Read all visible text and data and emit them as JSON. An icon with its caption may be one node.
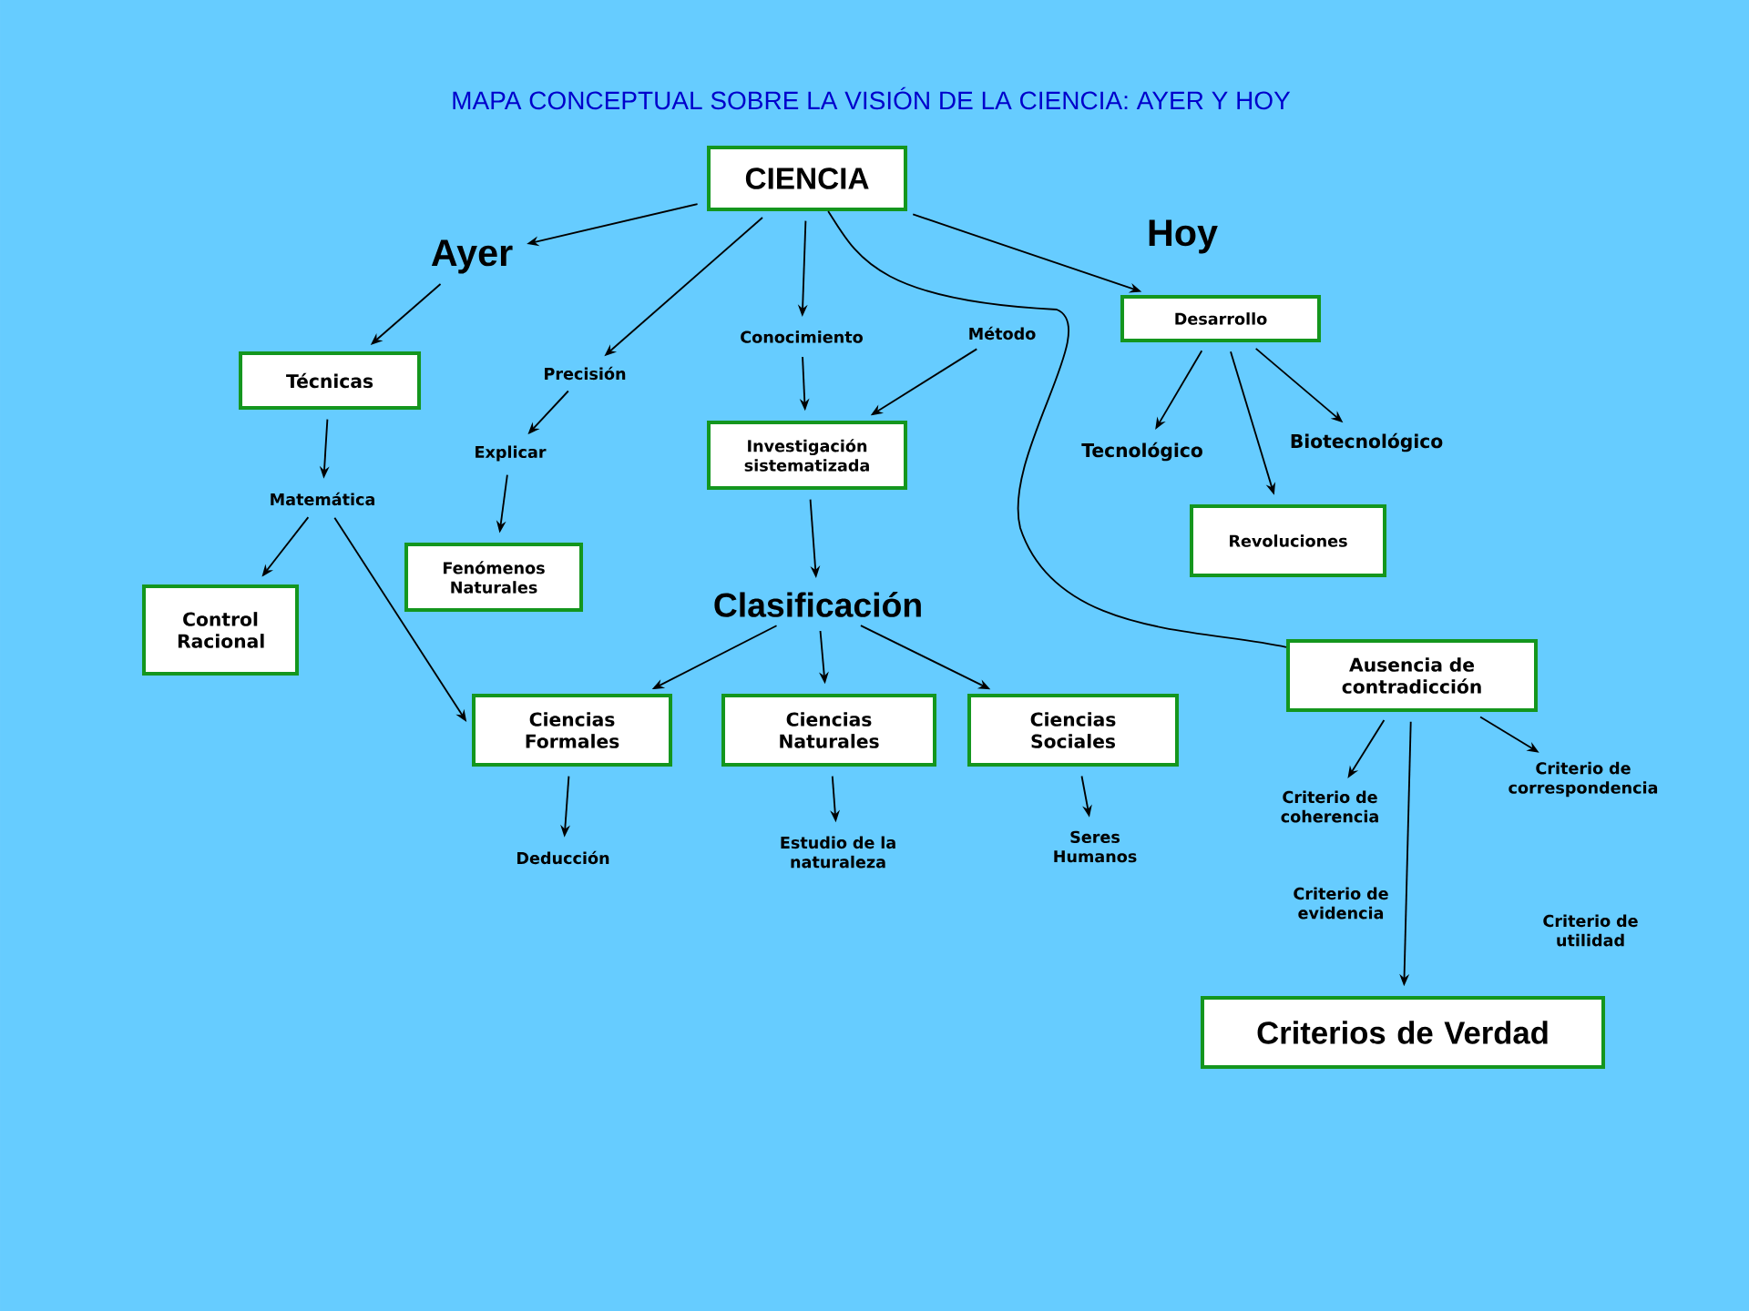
{
  "diagram": {
    "title": "MAPA CONCEPTUAL SOBRE LA VISIÓN DE LA CIENCIA: AYER Y HOY",
    "nodes": [
      {
        "text": [
          "CIENCIA"
        ]
      },
      {
        "text": [
          "Ayer"
        ]
      },
      {
        "text": [
          "Hoy"
        ]
      },
      {
        "text": [
          "Técnicas"
        ]
      },
      {
        "text": [
          "Precisión"
        ]
      },
      {
        "text": [
          "Conocimiento"
        ]
      },
      {
        "text": [
          "Método"
        ]
      },
      {
        "text": [
          "Desarrollo"
        ]
      },
      {
        "text": [
          "Explicar"
        ]
      },
      {
        "text": [
          "Investigación sistematizada"
        ]
      },
      {
        "text": [
          "Tecnológico"
        ]
      },
      {
        "text": [
          "Biotecnológico"
        ]
      },
      {
        "text": [
          "Matemática"
        ]
      },
      {
        "text": [
          "Revoluciones"
        ]
      },
      {
        "text": [
          "Fenómenos Naturales"
        ]
      },
      {
        "text": [
          "Control Racional"
        ]
      },
      {
        "text": [
          "Clasificación"
        ]
      },
      {
        "text": [
          "Ausencia de contradicción"
        ]
      },
      {
        "text": [
          "Ciencias Formales"
        ]
      },
      {
        "text": [
          "Ciencias Naturales"
        ]
      },
      {
        "text": [
          "Ciencias Sociales"
        ]
      },
      {
        "text": [
          "Criterio de coherencia"
        ]
      },
      {
        "text": [
          "Criterio de correspondencia"
        ]
      },
      {
        "text": [
          "Deducción"
        ]
      },
      {
        "text": [
          "Estudio de la naturaleza"
        ]
      },
      {
        "text": [
          "Seres Humanos"
        ]
      },
      {
        "text": [
          "Criterio de evidencia"
        ]
      },
      {
        "text": [
          "Criterio de utilidad"
        ]
      },
      {
        "text": [
          "Criterios de Verdad"
        ]
      }
    ],
    "edges": [
      {
        "from": 0,
        "to": 1,
        "arrow": "to"
      },
      {
        "from": 0,
        "to": 4,
        "arrow": "to"
      },
      {
        "from": 0,
        "to": 5,
        "arrow": "to"
      },
      {
        "from": 0,
        "to": 7,
        "arrow": "to"
      },
      {
        "from": 0,
        "to": 17,
        "arrow": "none"
      },
      {
        "from": 1,
        "to": 3,
        "arrow": "to"
      },
      {
        "from": 4,
        "to": 8,
        "arrow": "to"
      },
      {
        "from": 5,
        "to": 9,
        "arrow": "to"
      },
      {
        "from": 6,
        "to": 9,
        "arrow": "to"
      },
      {
        "from": 8,
        "to": 14,
        "arrow": "to"
      },
      {
        "from": 3,
        "to": 12,
        "arrow": "to"
      },
      {
        "from": 12,
        "to": 15,
        "arrow": "to"
      },
      {
        "from": 12,
        "to": 18,
        "arrow": "to"
      },
      {
        "from": 9,
        "to": 16,
        "arrow": "to"
      },
      {
        "from": 16,
        "to": 18,
        "arrow": "to"
      },
      {
        "from": 16,
        "to": 19,
        "arrow": "to"
      },
      {
        "from": 16,
        "to": 20,
        "arrow": "to"
      },
      {
        "from": 7,
        "to": 10,
        "arrow": "to"
      },
      {
        "from": 7,
        "to": 11,
        "arrow": "to"
      },
      {
        "from": 7,
        "to": 13,
        "arrow": "to"
      },
      {
        "from": 18,
        "to": 23,
        "arrow": "to"
      },
      {
        "from": 19,
        "to": 24,
        "arrow": "to"
      },
      {
        "from": 20,
        "to": 25,
        "arrow": "to"
      },
      {
        "from": 17,
        "to": 21,
        "arrow": "to"
      },
      {
        "from": 17,
        "to": 22,
        "arrow": "to"
      },
      {
        "from": 17,
        "to": 28,
        "arrow": "to"
      }
    ]
  }
}
